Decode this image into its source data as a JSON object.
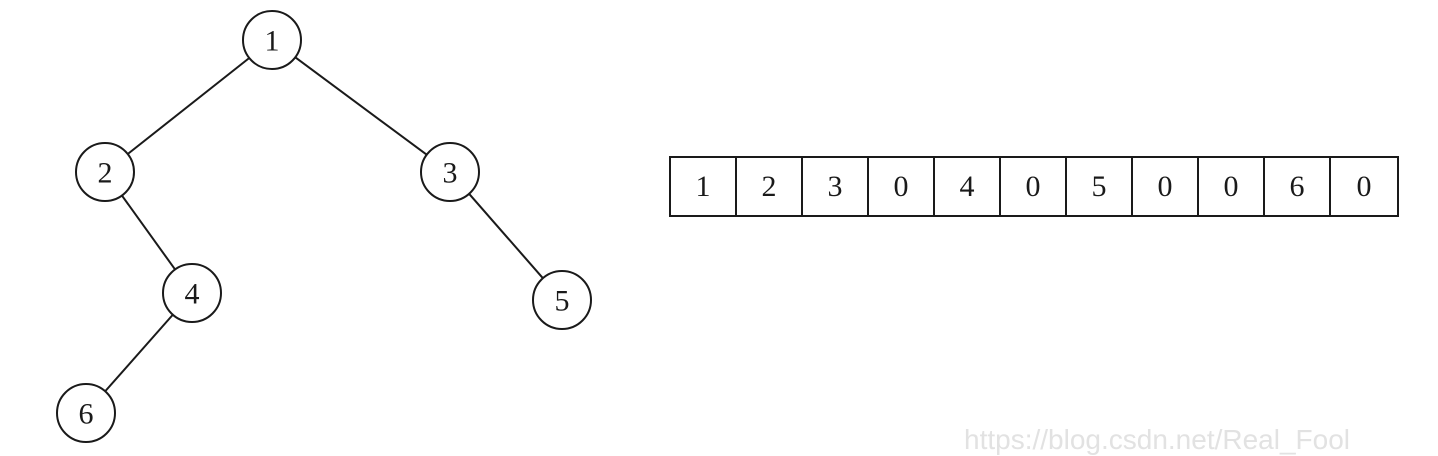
{
  "tree": {
    "nodes": [
      {
        "id": "n1",
        "label": "1"
      },
      {
        "id": "n2",
        "label": "2"
      },
      {
        "id": "n3",
        "label": "3"
      },
      {
        "id": "n4",
        "label": "4"
      },
      {
        "id": "n5",
        "label": "5"
      },
      {
        "id": "n6",
        "label": "6"
      }
    ],
    "edges": [
      {
        "from": "n1",
        "to": "n2"
      },
      {
        "from": "n1",
        "to": "n3"
      },
      {
        "from": "n2",
        "to": "n4"
      },
      {
        "from": "n3",
        "to": "n5"
      },
      {
        "from": "n4",
        "to": "n6"
      }
    ]
  },
  "array": {
    "cells": [
      "1",
      "2",
      "3",
      "0",
      "4",
      "0",
      "5",
      "0",
      "0",
      "6",
      "0"
    ]
  },
  "watermark": "https://blog.csdn.net/Real_Fool"
}
